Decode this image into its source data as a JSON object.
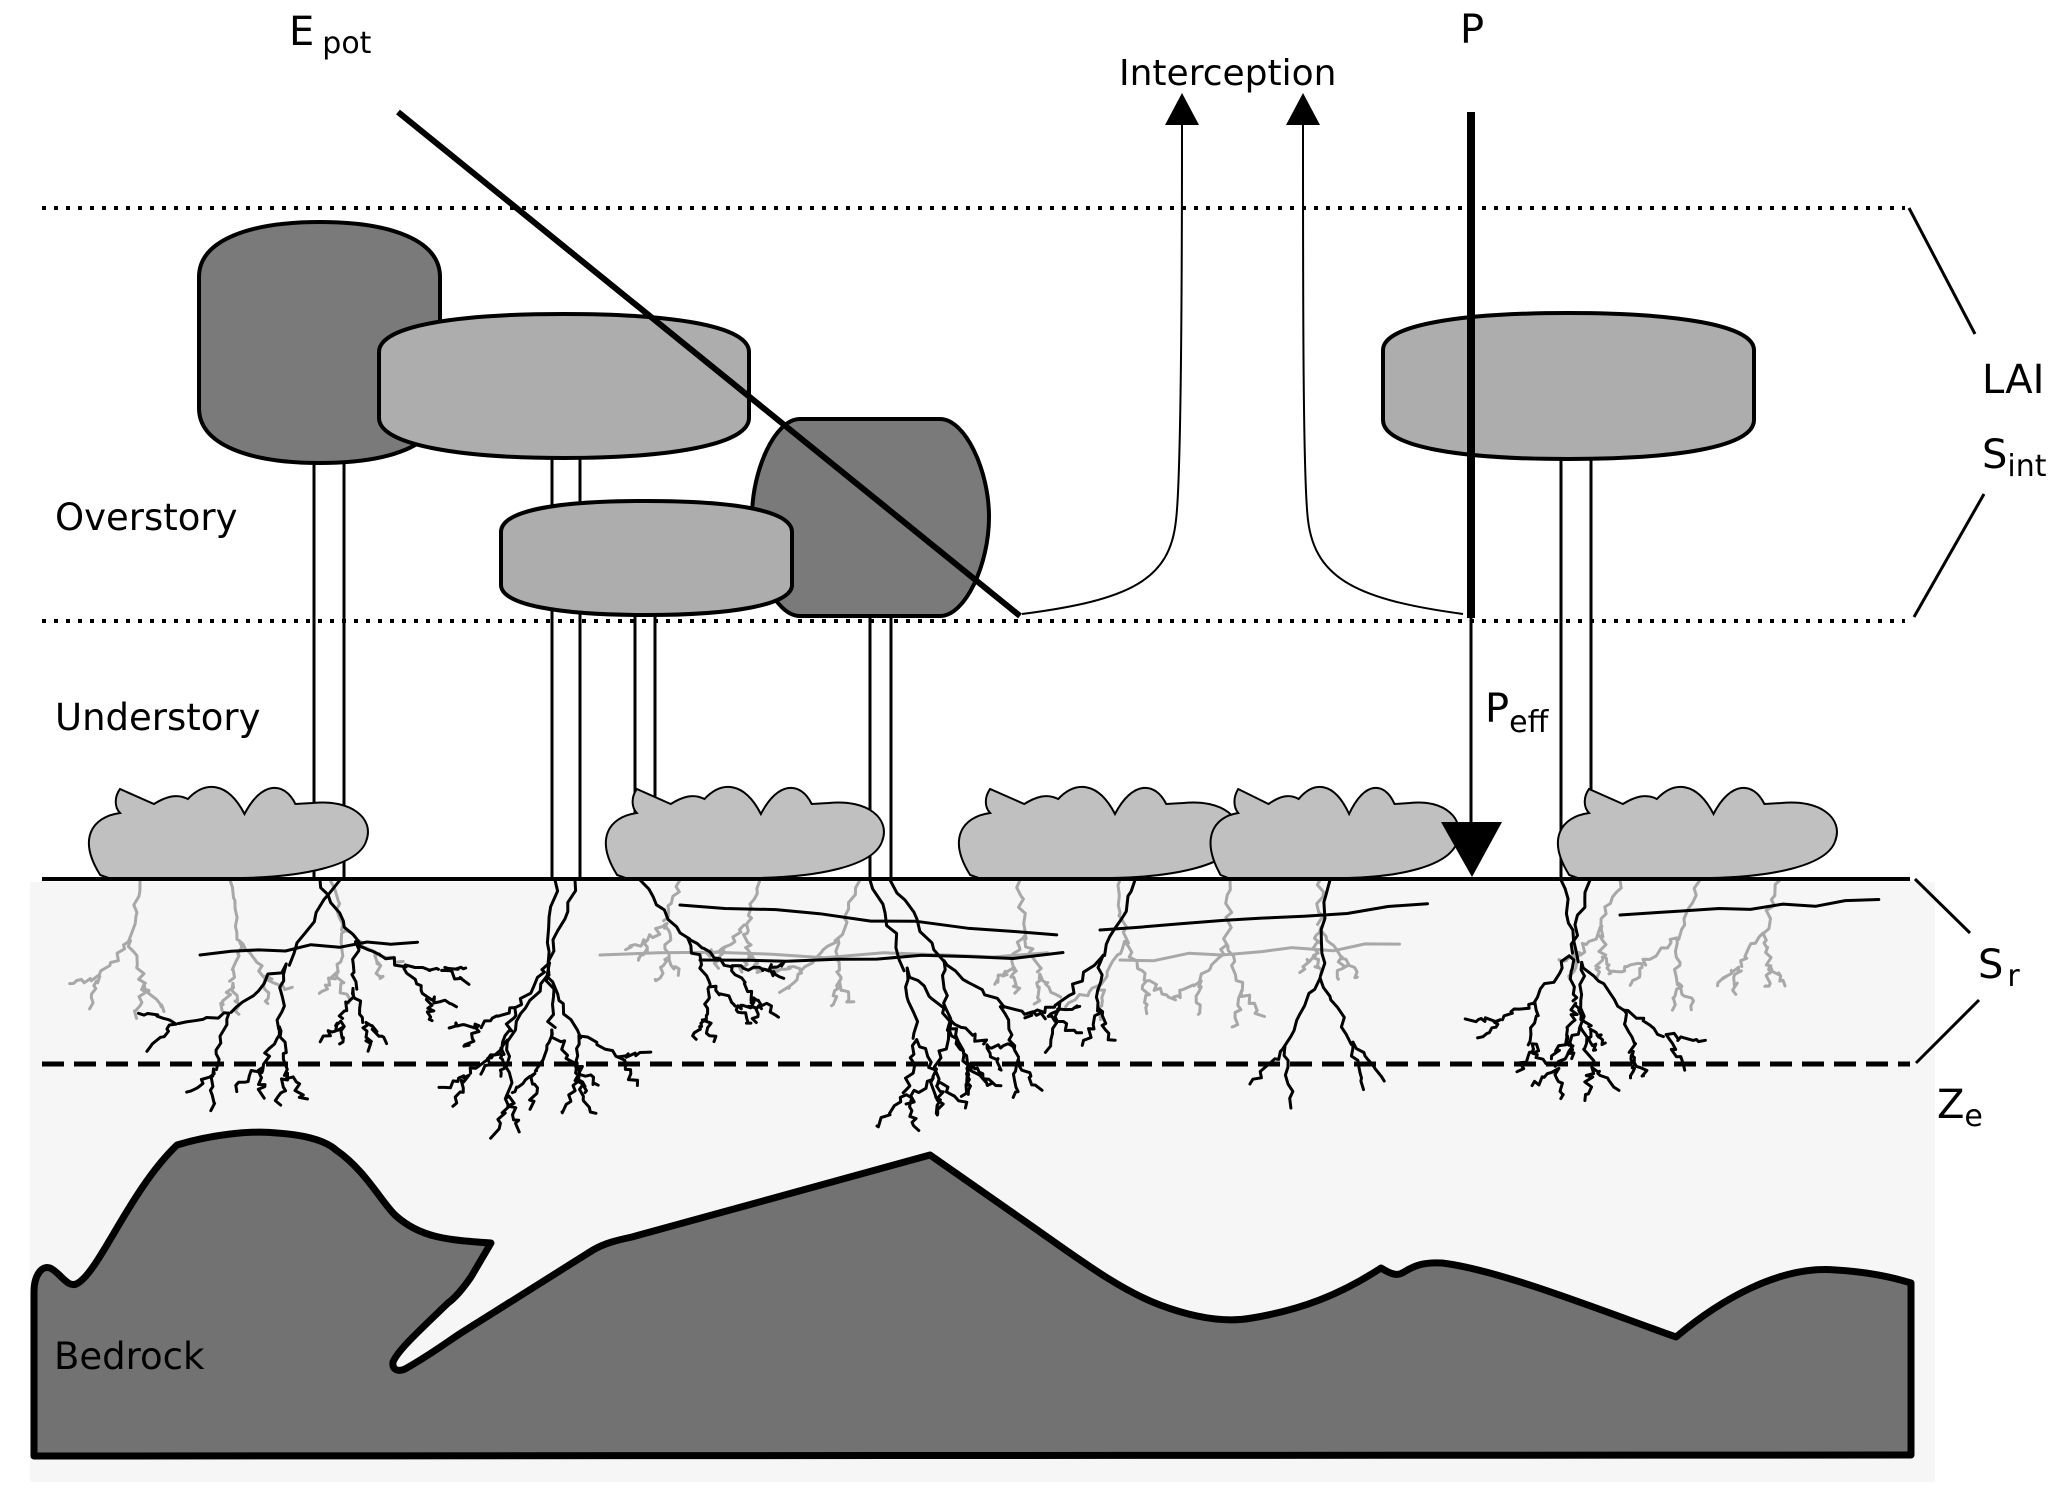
{
  "title": "Vegetation water balance schematic",
  "fluxes": {
    "potential_evaporation": {
      "main": "E",
      "sub": "pot"
    },
    "interception": "Interception",
    "precipitation": "P",
    "effective_precipitation": {
      "main": "P",
      "sub": "eff"
    }
  },
  "layers": {
    "overstory": "Overstory",
    "understory": "Understory",
    "bedrock": "Bedrock"
  },
  "parameters": {
    "leaf_area_index": "LAI",
    "interception_storage": {
      "main": "S",
      "sub": "int"
    },
    "root_zone_storage": {
      "main": "S",
      "sub": "r"
    },
    "effective_depth": {
      "main": "Z",
      "sub": "e"
    }
  },
  "colors": {
    "dark_crown": "#7a7a7a",
    "light_crown": "#adadad",
    "shrub": "#c0c0c0",
    "bedrock": "#727272",
    "soil": "#f6f6f6",
    "deep_root": "#000000",
    "shallow_root": "#a8a8a8",
    "line": "#000000"
  }
}
